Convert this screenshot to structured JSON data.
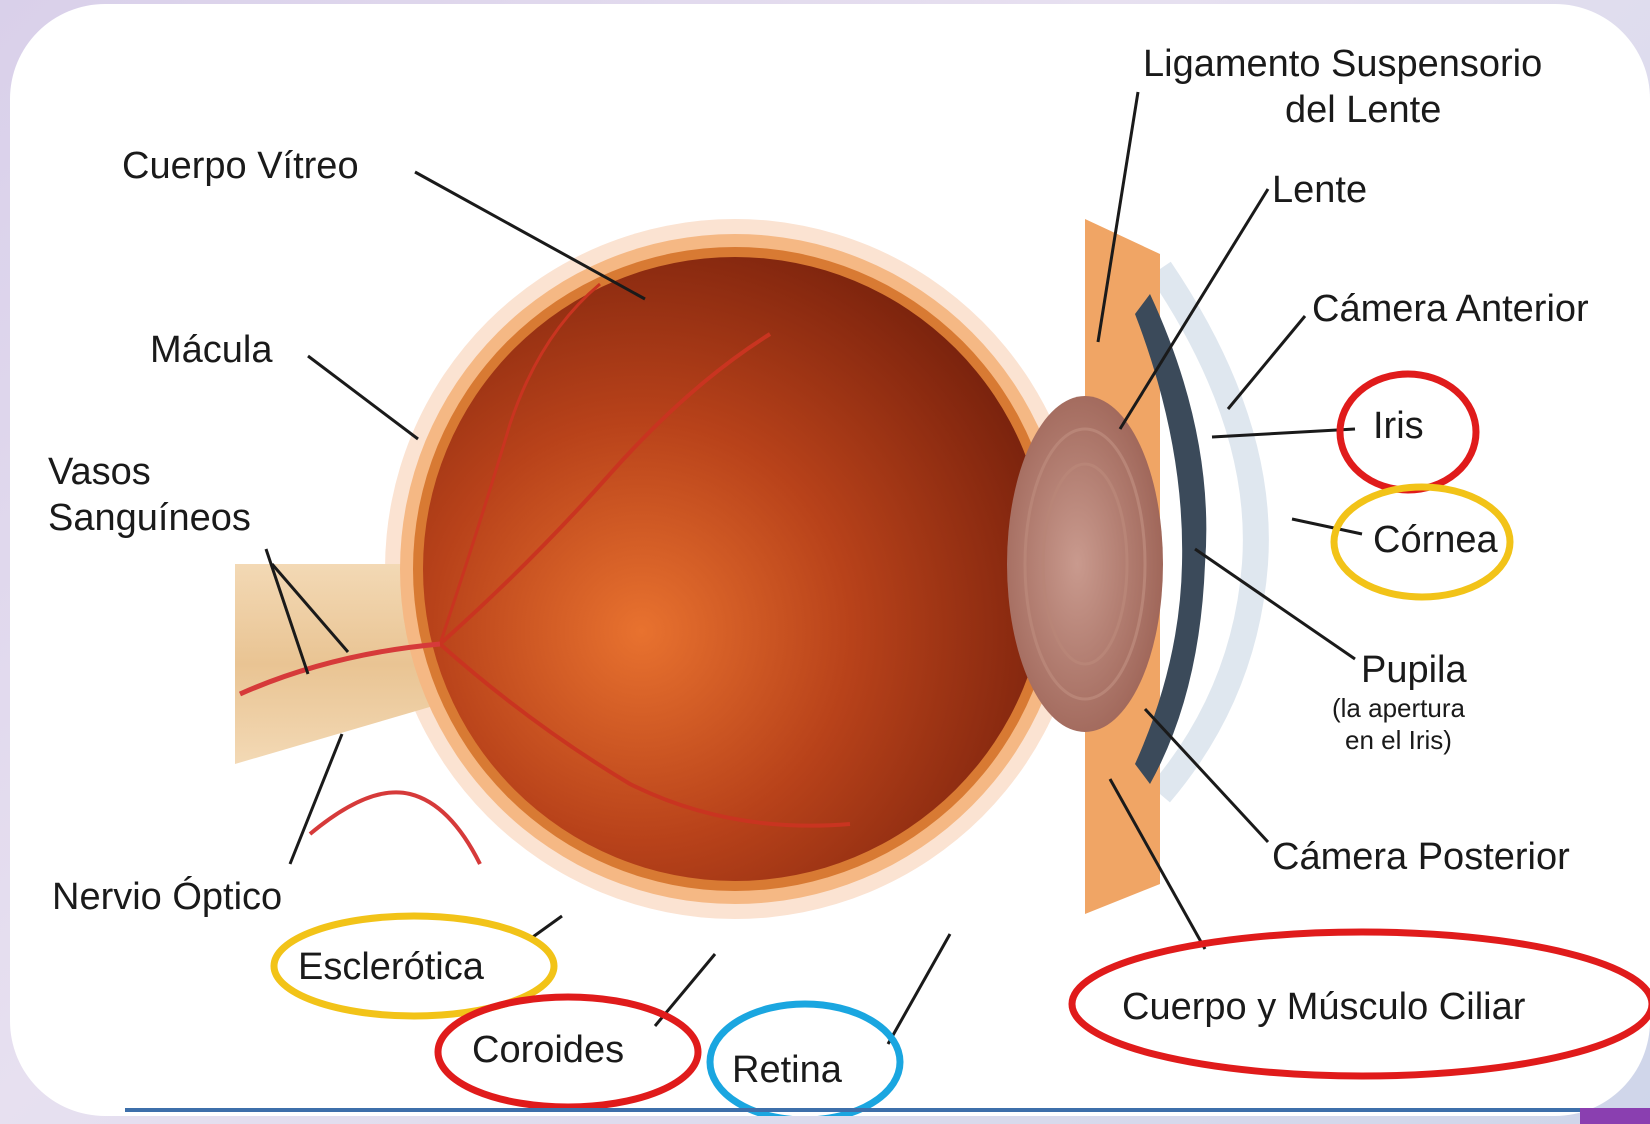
{
  "labels": {
    "cuerpo_vitreo": "Cuerpo Vítreo",
    "macula": "Mácula",
    "vasos_1": "Vasos",
    "vasos_2": "Sanguíneos",
    "nervio_optico": "Nervio Óptico",
    "esclerotica": "Esclerótica",
    "coroides": "Coroides",
    "retina": "Retina",
    "ligamento_1": "Ligamento Suspensorio",
    "ligamento_2": "del Lente",
    "lente": "Lente",
    "camara_anterior": "Cámera Anterior",
    "iris": "Iris",
    "cornea": "Córnea",
    "pupila": "Pupila",
    "pupila_note_1": "(la apertura",
    "pupila_note_2": "en el Iris)",
    "camara_posterior": "Cámera Posterior",
    "cuerpo_musculo_ciliar": "Cuerpo y Músculo Ciliar"
  },
  "highlight_colors": {
    "red": "#e01b1b",
    "yellow": "#f2c318",
    "blue": "#1aa6e0"
  }
}
